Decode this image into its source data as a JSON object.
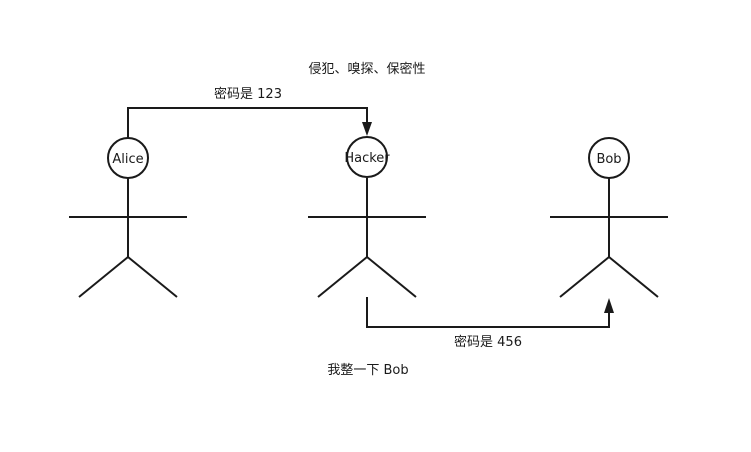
{
  "diagram": {
    "title_note": "侵犯、嗅探、保密性",
    "bottom_note": "我整一下 Bob",
    "actors": {
      "alice": "Alice",
      "hacker": "Hacker",
      "bob": "Bob"
    },
    "messages": {
      "alice_to_hacker": "密码是 123",
      "hacker_to_bob": "密码是 456"
    }
  }
}
